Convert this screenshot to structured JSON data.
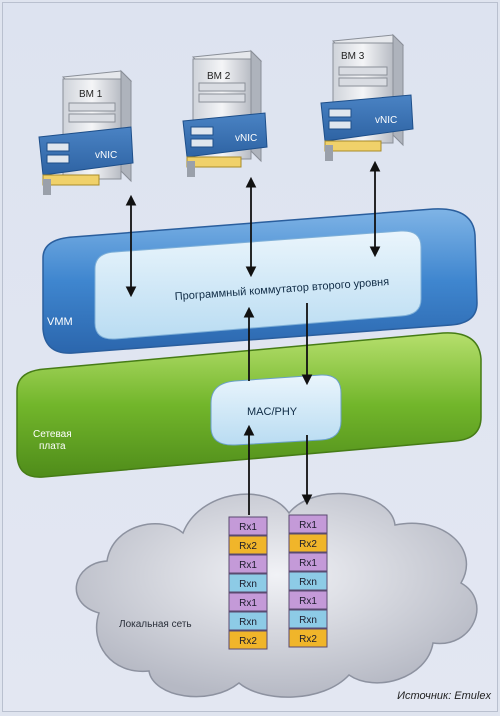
{
  "vms": [
    {
      "name": "ВМ 1",
      "nic": "vNIC"
    },
    {
      "name": "ВМ 2",
      "nic": "vNIC"
    },
    {
      "name": "ВМ 3",
      "nic": "vNIC"
    }
  ],
  "vmm": {
    "label": "VMM",
    "switch_label": "Программный коммутатор второго уровня"
  },
  "nic_board": {
    "label_line1": "Сетевая",
    "label_line2": "плата",
    "mac_label": "MAC/PHY"
  },
  "network": {
    "label": "Локальная сеть"
  },
  "queues": {
    "left": [
      "Rx1",
      "Rx2",
      "Rx1",
      "Rxn",
      "Rx1",
      "Rxn",
      "Rx2"
    ],
    "right": [
      "Rx1",
      "Rx2",
      "Rx1",
      "Rxn",
      "Rx1",
      "Rxn",
      "Rx2"
    ]
  },
  "queue_colors": {
    "Rx1": "#c49ad8",
    "Rx2": "#f0b52a",
    "Rxn": "#8dcbe6"
  },
  "source": "Источник: Emulex"
}
